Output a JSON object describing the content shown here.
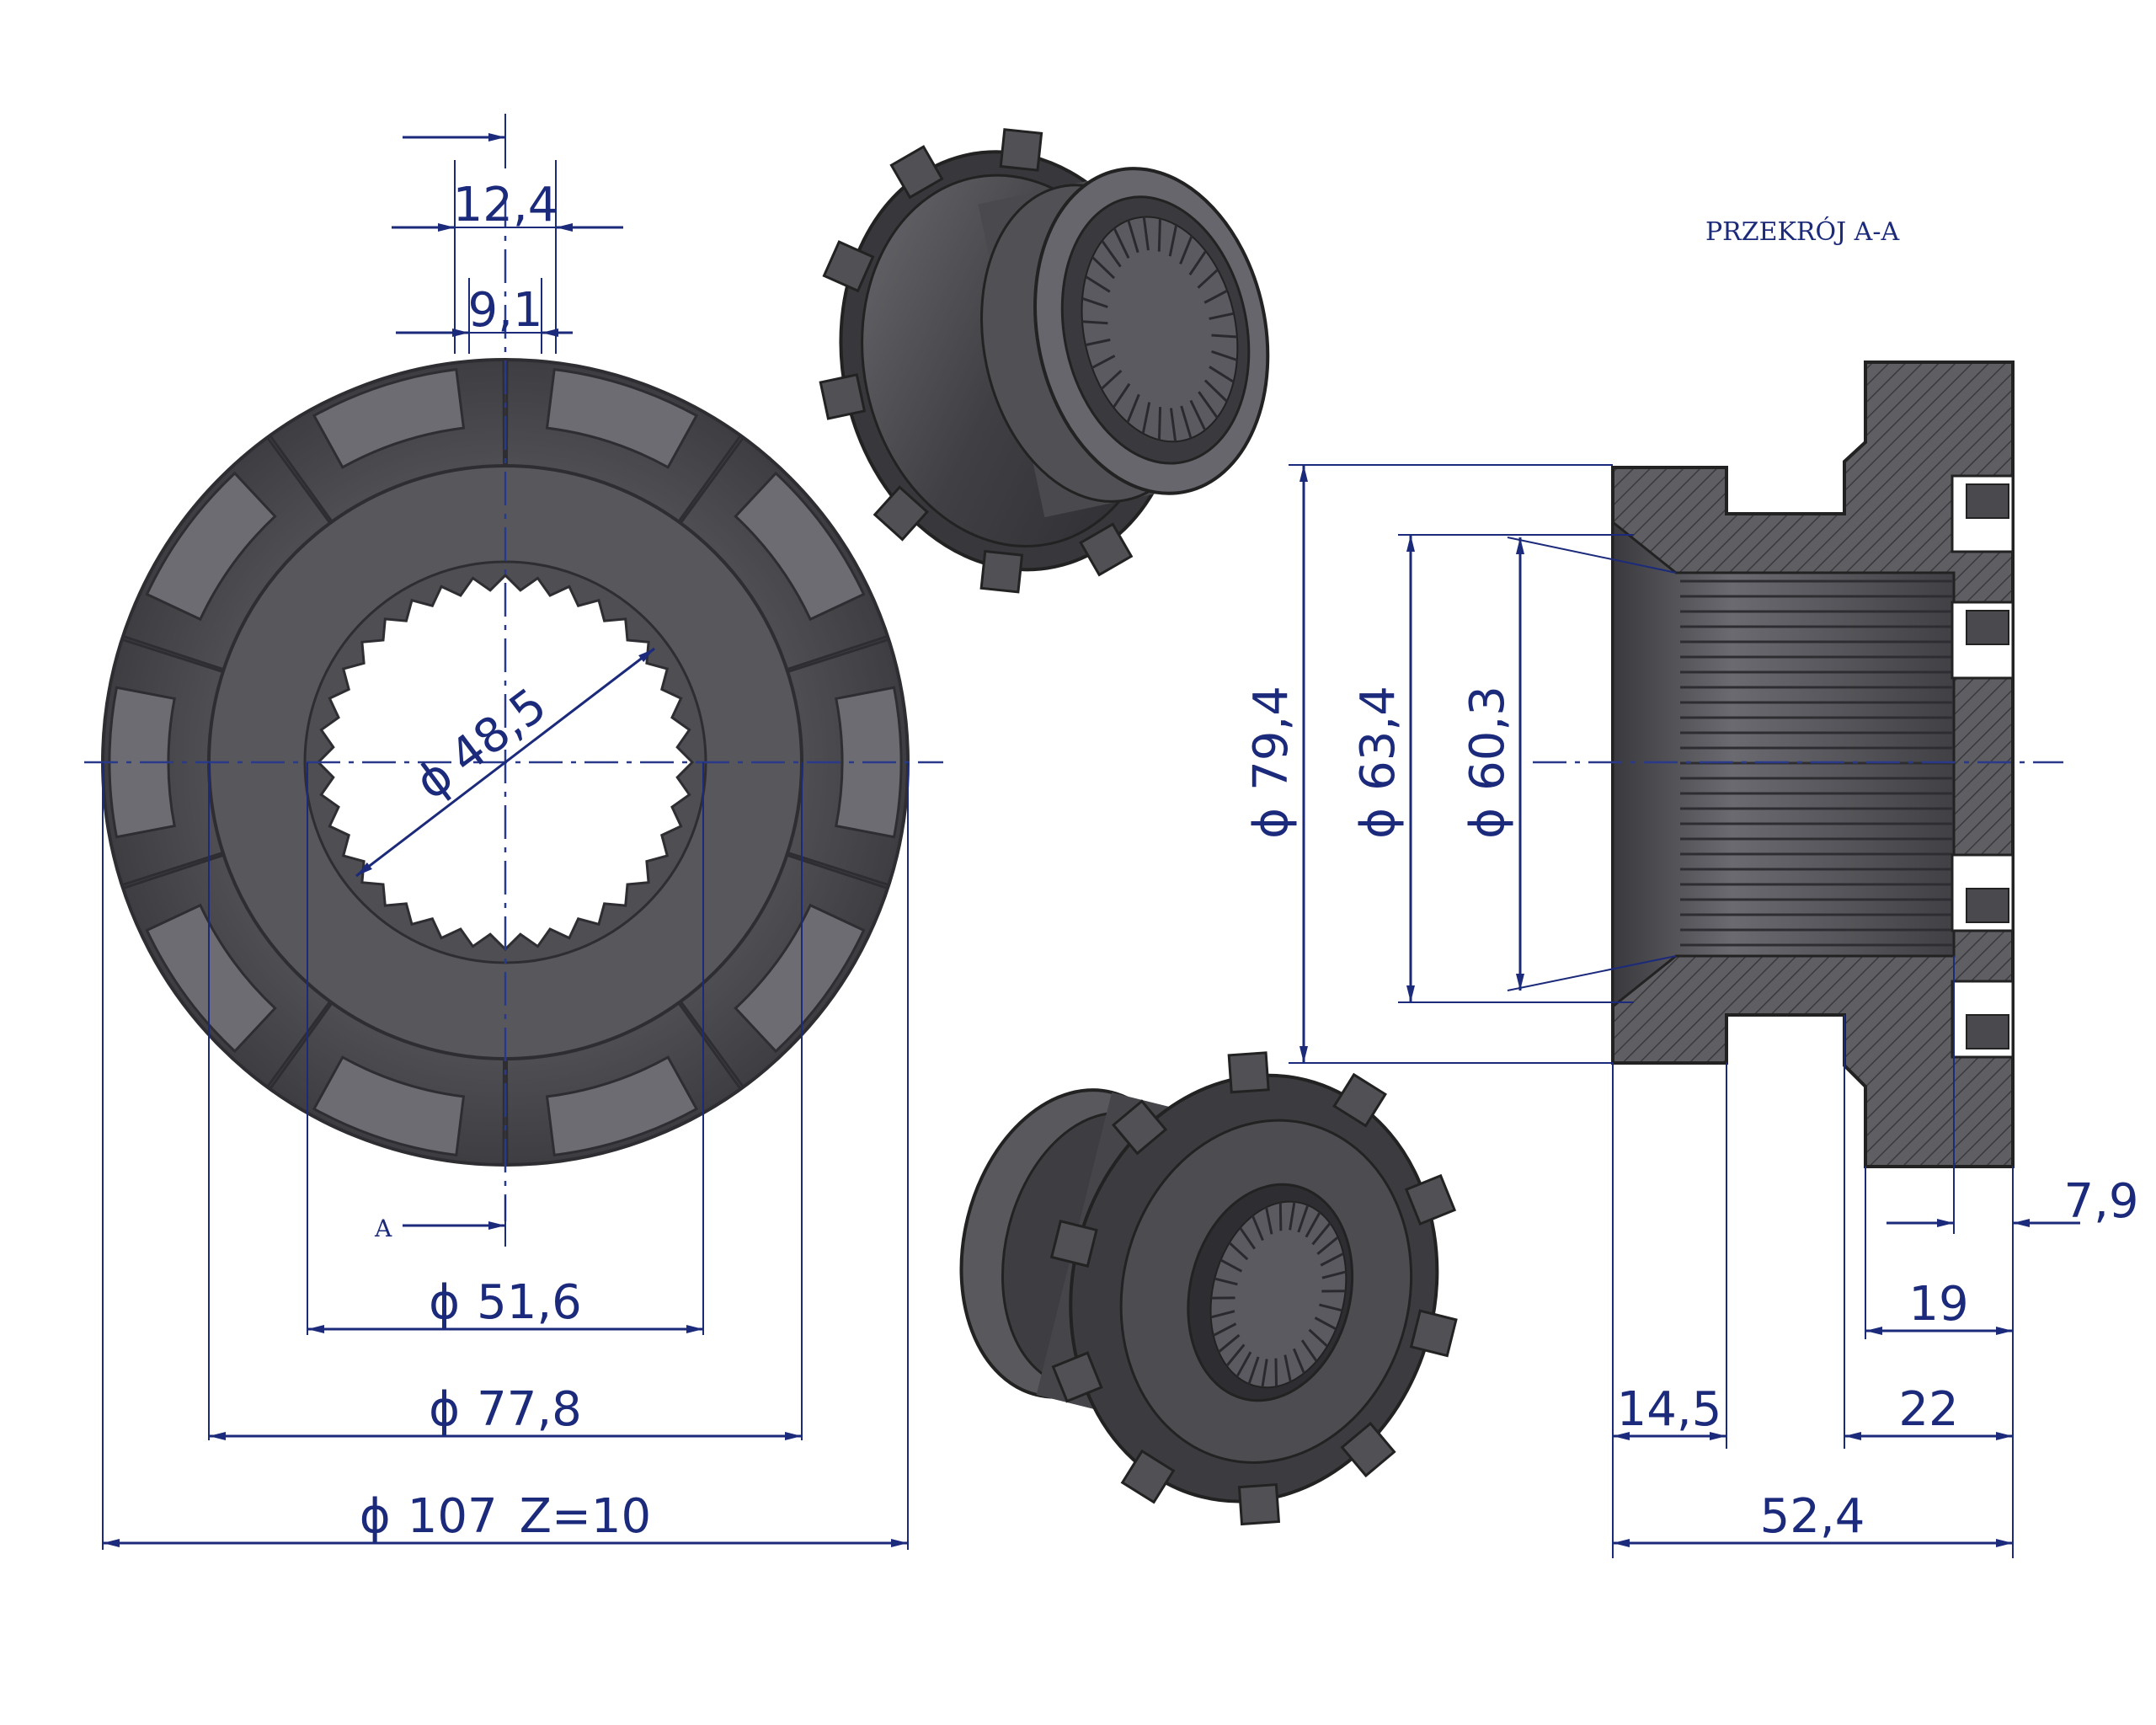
{
  "section_title": "PRZEKRÓJ A-A",
  "section_marker": "A",
  "phi": "ϕ",
  "front_view": {
    "dim_top_outer": "12,4",
    "dim_top_inner": "9,1",
    "bore": "48,5",
    "d1": "51,6",
    "d2": "77,8",
    "d3": "107",
    "teeth": "Z=10"
  },
  "section_view": {
    "d_outer": "79,4",
    "d_mid": "63,4",
    "d_inner": "60,3",
    "w_small": "7,9",
    "w_19": "19",
    "w_22": "22",
    "w_14_5": "14,5",
    "w_total": "52,4"
  },
  "colors": {
    "dimension": "#1b2a7a",
    "metal_dark": "#4a4a4e",
    "metal_light": "#7a7a80",
    "hatch": "#55555a"
  }
}
